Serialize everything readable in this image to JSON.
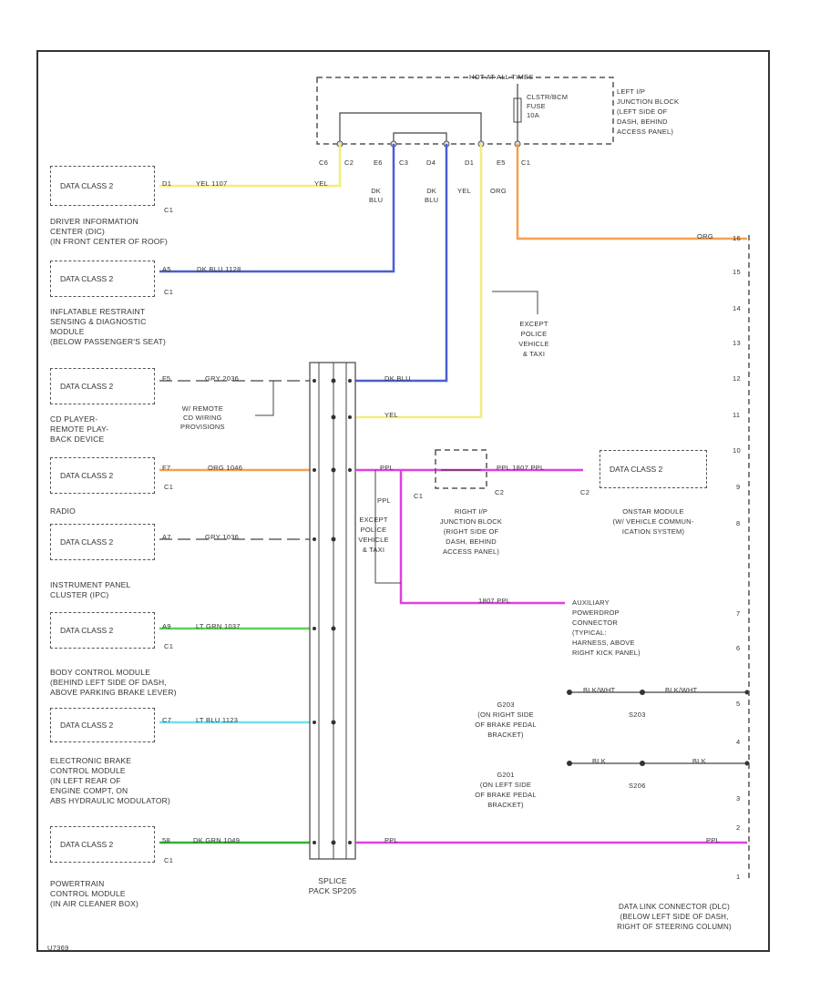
{
  "title": "Data Link Connector Wiring",
  "fuse_block": {
    "header": "HOT AT ALL TIMES",
    "fuse_label": "CLSTR/BCM\nFUSE\n10A",
    "location": "LEFT I/P\nJUNCTION BLOCK\n(LEFT SIDE OF\nDASH, BEHIND\nACCESS PANEL)",
    "pins": [
      "C6",
      "C2",
      "E6",
      "C3",
      "D4",
      "D1",
      "E5",
      "C1"
    ]
  },
  "modules": [
    {
      "box": "DATA CLASS 2",
      "pin": "C1",
      "name": "DRIVER INFORMATION\nCENTER (DIC)\n(IN FRONT CENTER OF ROOF)",
      "wire": "YEL",
      "circuit": "1107",
      "term": "D1"
    },
    {
      "box": "DATA CLASS 2",
      "pin": "C1",
      "name": "INFLATABLE RESTRAINT\nSENSING & DIAGNOSTIC\nMODULE\n(BELOW PASSENGER'S SEAT)",
      "wire": "DK BLU",
      "circuit": "1128",
      "term": "A5"
    },
    {
      "box": "DATA CLASS 2",
      "pin": "",
      "name": "CD PLAYER-\nREMOTE PLAY-\nBACK DEVICE",
      "wire": "GRY",
      "circuit": "2036",
      "term": "F5"
    },
    {
      "box": "DATA CLASS 2",
      "pin": "C1",
      "name": "RADIO",
      "wire": "ORG",
      "circuit": "1046",
      "term": "F7"
    },
    {
      "box": "DATA CLASS 2",
      "pin": "",
      "name": "INSTRUMENT PANEL\nCLUSTER (IPC)",
      "wire": "GRY",
      "circuit": "1036",
      "term": "A7"
    },
    {
      "box": "DATA CLASS 2",
      "pin": "C1",
      "name": "BODY CONTROL MODULE\n(BEHIND LEFT SIDE OF DASH,\nABOVE PARKING BRAKE LEVER)",
      "wire": "LT GRN",
      "circuit": "1037",
      "term": "A9"
    },
    {
      "box": "DATA CLASS 2",
      "pin": "",
      "name": "ELECTRONIC BRAKE\nCONTROL MODULE\n(IN LEFT REAR OF\nENGINE COMPT, ON\nABS HYDRAULIC MODULATOR)",
      "wire": "LT BLU",
      "circuit": "1123",
      "term": "C7"
    },
    {
      "box": "DATA CLASS 2",
      "pin": "C1",
      "name": "POWERTRAIN\nCONTROL MODULE\n(IN AIR CLEANER BOX)",
      "wire": "DK GRN",
      "circuit": "1049",
      "term": "58"
    }
  ],
  "wire_labels": {
    "yel_1807": "YEL    1107",
    "yel_end": "YEL",
    "dkblu_1128": "DK BLU    1128",
    "gry_2036": "GRY    2036",
    "org_1046": "ORG    1046",
    "gry_1036": "GRY    1036",
    "ltgrn_1037": "LT GRN    1037",
    "ltblu_1123": "LT BLU    1123",
    "dkgrn_1049": "DK GRN    1049",
    "v_dkblu_1": "DK\nBLU",
    "v_dkblu_2": "DK\nBLU",
    "v_yel": "YEL",
    "v_org": "ORG",
    "org_16": "ORG",
    "dkblu_right": "DK BLU",
    "yel_right": "YEL",
    "ppl_splice": "PPL",
    "ppl_onstar": "PPL  1807  PPL",
    "ppl_aux": "1807      PPL",
    "ppl_bottom": "PPL",
    "ppl_dlc": "PPL",
    "blk_1": "BLK/WHT",
    "blk_2": "BLK/WHT",
    "blk_3": "BLK",
    "blk_4": "BLK",
    "ppl_vert": "PPL"
  },
  "notes": {
    "except_police_1": "EXCEPT\nPOLICE\nVEHICLE\n& TAXI",
    "except_police_2": "EXCEPT\nPOLICE\nVEHICLE\n& TAXI",
    "remote_cd": "W/ REMOTE\nCD WIRING\nPROVISIONS"
  },
  "splice_pack": {
    "label": "SPLICE\nPACK SP205"
  },
  "right_ip_block": {
    "label": "RIGHT I/P\nJUNCTION BLOCK\n(RIGHT SIDE OF\nDASH, BEHIND\nACCESS PANEL)",
    "pins": [
      "C1",
      "C2"
    ]
  },
  "onstar": {
    "box": "DATA CLASS 2",
    "pin": "C2",
    "name": "ONSTAR MODULE\n(W/ VEHICLE COMMUN-\nICATION SYSTEM)"
  },
  "aux_connector": "AUXILIARY\nPOWERDROP\nCONNECTOR\n(TYPICAL:\nHARNESS, ABOVE\nRIGHT KICK PANEL)",
  "grounds": [
    {
      "id": "G203",
      "label": "G203\n(ON RIGHT SIDE\nOF BRAKE PEDAL\nBRACKET)",
      "splice": "S203"
    },
    {
      "id": "G201",
      "label": "G201\n(ON LEFT SIDE\nOF BRAKE PEDAL\nBRACKET)",
      "splice": "S206"
    }
  ],
  "dlc": {
    "label": "DATA LINK CONNECTOR (DLC)\n(BELOW LEFT SIDE OF DASH,\nRIGHT OF STEERING COLUMN)",
    "pins": [
      "16",
      "15",
      "14",
      "13",
      "12",
      "11",
      "10",
      "9",
      "8",
      "7",
      "6",
      "5",
      "4",
      "3",
      "2",
      "1"
    ]
  },
  "footer_code": "U7369",
  "colors": {
    "yellow": "#f2ee7a",
    "blue": "#4a5fcf",
    "orange": "#f5a050",
    "magenta": "#e040e0",
    "green": "#5cd05c",
    "cyan": "#6fe0f0",
    "dkgreen": "#32b032",
    "line": "#444444"
  }
}
